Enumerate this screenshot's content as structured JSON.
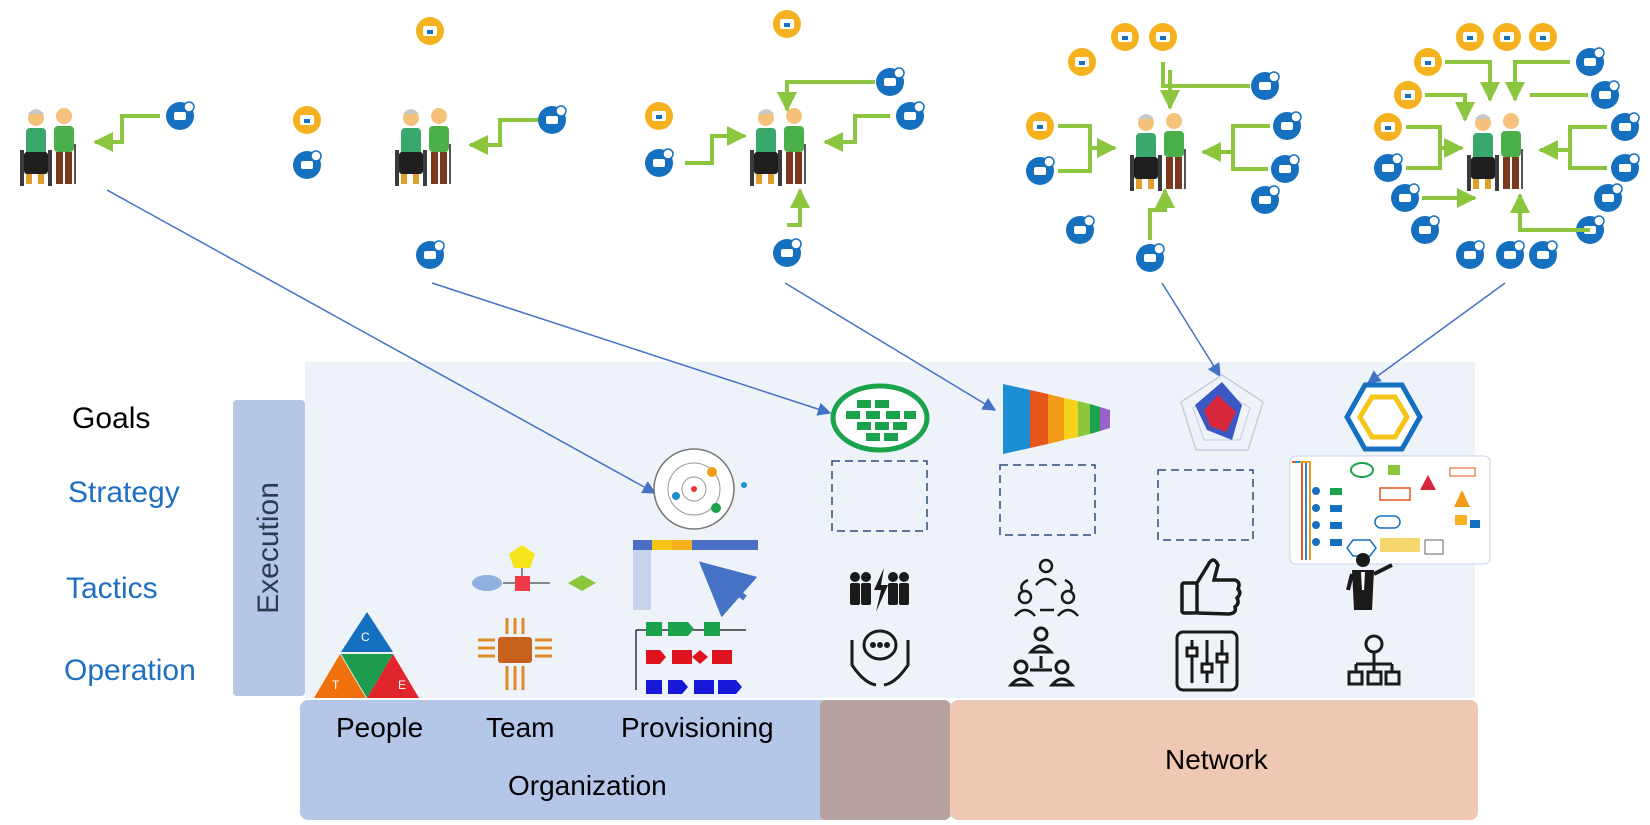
{
  "levels": {
    "goals": "Goals",
    "strategy": "Strategy",
    "tactics": "Tactics",
    "operation": "Operation"
  },
  "axis_label": "Execution",
  "bottom": {
    "people": "People",
    "team": "Team",
    "provisioning": "Provisioning",
    "organization": "Organization",
    "network": "Network"
  },
  "triangle_letters": {
    "top": "C",
    "left": "T",
    "right": "E"
  },
  "colors": {
    "panel": "#eef3fa",
    "execution_bar": "#b5c6e6",
    "organization_bar": "#b4c7e8",
    "overlap_bar": "#b7a29f",
    "network_bar": "#eec8b3",
    "level_text": "#1f6fc1",
    "arrow": "#4472c4",
    "connector": "#8cc63f",
    "service_blue": "#1570c0",
    "service_yellow": "#f5b21e"
  },
  "icons": [
    "elderly-couple-icon",
    "service-circle-icon",
    "hub-ellipse-icon",
    "funnel-icon",
    "radar-chart-icon",
    "hexagon-icon",
    "orbit-diagram-icon",
    "flowchart-icon",
    "workflow-icon",
    "team-collaboration-icon",
    "cycle-people-icon",
    "thumbs-up-icon",
    "presenter-icon",
    "care-hands-icon",
    "org-people-icon",
    "control-sliders-icon",
    "hierarchy-icon",
    "cte-triangle-icon"
  ]
}
